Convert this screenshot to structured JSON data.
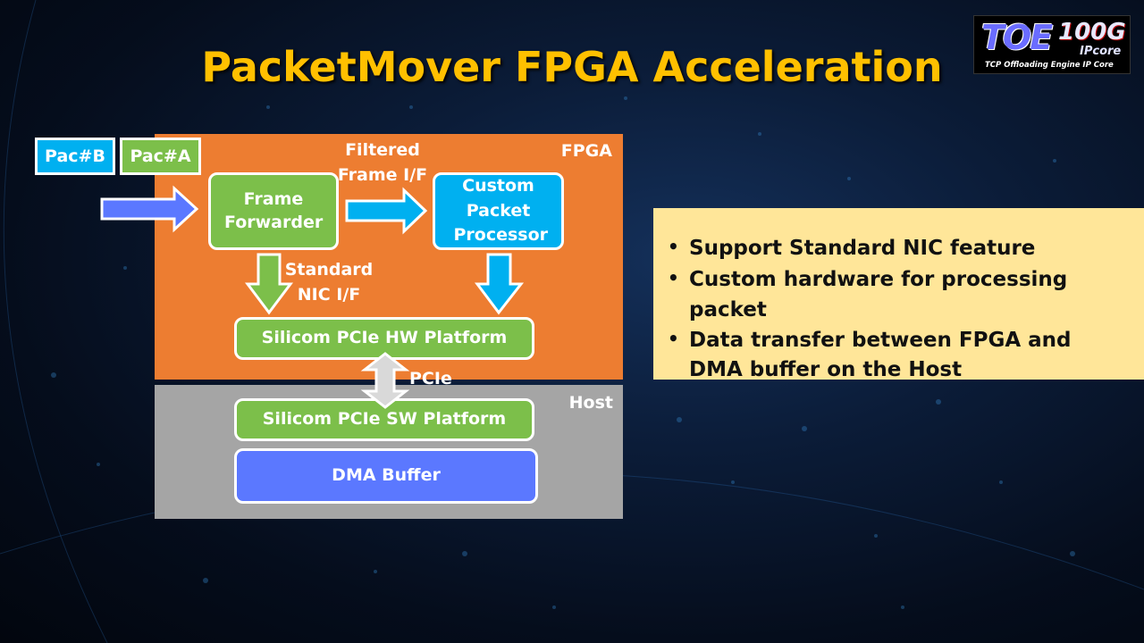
{
  "title": "PacketMover FPGA Acceleration",
  "logo": {
    "main": "TOE",
    "speed": "100G",
    "ip": "IPcore",
    "tagline": "TCP Offloading Engine IP Core"
  },
  "packets": [
    "Pac#B",
    "Pac#A"
  ],
  "fpga": {
    "label": "FPGA",
    "frame_forwarder": "Frame Forwarder",
    "filtered_if": "Filtered Frame I/F",
    "custom_processor": "Custom Packet Processor",
    "standard_if": "Standard NIC I/F",
    "hw_platform": "Silicom PCIe HW Platform"
  },
  "pcie_label": "PCIe",
  "host": {
    "label": "Host",
    "sw_platform": "Silicom PCIe SW Platform",
    "dma_buffer": "DMA Buffer"
  },
  "bullets": [
    "Support Standard NIC feature",
    "Custom hardware for processing packet",
    "Data transfer between FPGA and DMA buffer on the Host"
  ],
  "colors": {
    "title": "#ffc000",
    "fpga": "#ed7d31",
    "host": "#a5a5a5",
    "green": "#7cbf4a",
    "cyan": "#00b0f0",
    "blue": "#5b78ff",
    "note_bg": "#ffe699"
  }
}
